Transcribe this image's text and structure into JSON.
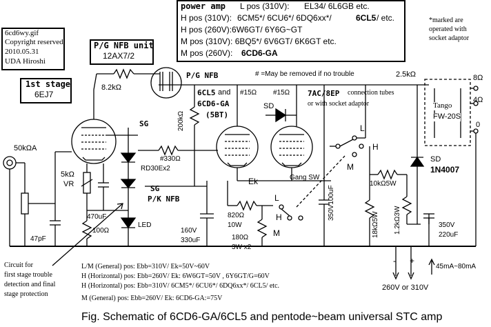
{
  "file_info": {
    "filename": "6cd6wy.gif",
    "copyright": "Copyright reserved",
    "date": "2010.05.31",
    "author": "UDA Hiroshi"
  },
  "pg_nfb_unit": {
    "title": "P/G NFB unit",
    "tube": "12AX7/2"
  },
  "first_stage": {
    "title": "1st stage",
    "tube": "6EJ7"
  },
  "power_amp": {
    "title": "power amp",
    "l_label": "L pos (310V):",
    "l_tubes": "EL34/ 6L6GB etc.",
    "h310_label": "H pos (310V):",
    "h310_tubes": "6CM5*/ 6CU6*/ 6DQ6xx*/",
    "h310_bold": "6CL5",
    "h310_tail": "/ etc.",
    "h260": "H pos (260V):6W6GT/ 6Y6G~GT",
    "m310": "M pos (310V): 6BQ5*/ 6V6GT/ 6K6GT etc.",
    "m260_label": "M pos (260V):",
    "m260_bold": "6CD6-GA"
  },
  "socket_note": [
    "*marked are",
    "operated with",
    "socket adaptor"
  ],
  "labels": {
    "pg_nfb": "P/G NFB",
    "pk_nfb": "P/K NFB",
    "sg_upper": "SG",
    "sg_lower": "SG",
    "may_remove": "# =May be removed if no trouble",
    "out_tubes_1": "6CL5",
    "out_tubes_and": " and",
    "out_tubes_2": "6CD6-GA",
    "out_tubes_base": "(5BT)",
    "tube_7ac": "7AC/8EP",
    "conn_1": " connection tubes",
    "conn_2": "or with socket adaptor",
    "r15_a": "#15Ω",
    "r15_b": "#15Ω",
    "sd_label": "SD",
    "r330": "#330Ω",
    "ek": "Ek",
    "gang_sw": "Gang SW",
    "r25k": "2.5kΩ",
    "r82k": "8.2kΩ",
    "r200k": "200kΩ",
    "rd30": "RD30Ex2",
    "r50k": "50kΩA",
    "r5k": "5kΩ",
    "vr": "VR",
    "c470": "470uF",
    "r100": "100Ω",
    "c47p": "47pF",
    "led": "LED",
    "c160": "160V",
    "c330": "330uF",
    "r820": "820Ω",
    "w10": "10W",
    "r180": "180Ω",
    "w3x2": "3W x2",
    "c350_100": "350V100uF",
    "r18k": "18kΩ5W",
    "r10k": "10kΩ5W",
    "r12k": "1.2kΩ3W",
    "sd_diode": "SD",
    "diode": "1N4007",
    "c350": "350V",
    "c220": "220uF",
    "sw_L1": "L",
    "sw_H1": "H",
    "sw_M1": "M",
    "sw_L2": "L",
    "sw_H2": "H",
    "sw_M2": "M",
    "out_8": "8Ω",
    "out_4": "4Ω",
    "out_0": "0",
    "tango": "Tango",
    "fw20s": "FW-20S",
    "minus": "-",
    "plus": "+",
    "current": "45mA~80mA",
    "supply": "260V or 310V",
    "circuit_note": [
      "Circuit for",
      "first stage trouble",
      "detection and final",
      "stage protection"
    ]
  },
  "modes": [
    "L/M (General) pos: Ebb=310V/ Ek=50V~60V",
    "H (Horizontal) pos: Ebb=260V/ Ek: 6W6GT=50V , 6Y6GT/G=60V",
    "H (Horizontal) pos: Ebb=310V/ 6CM5*/ 6CU6*/ 6DQ6xx*/ 6CL5/ etc.",
    "M (General) pos: Ebb=260V/ Ek: 6CD6-GA:=75V"
  ],
  "caption": "Fig.  Schematic of  6CD6-GA/6CL5 and pentode~beam universal  STC amp"
}
